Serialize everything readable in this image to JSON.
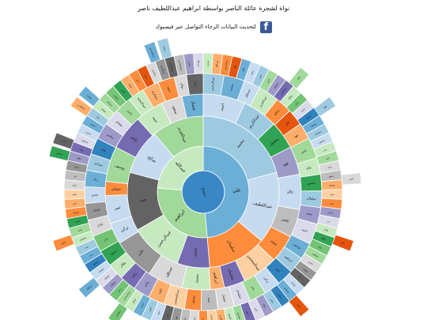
{
  "header": {
    "title": "نواة لشجرة عائلة الناصر بواسطة ابراهيم عبداللطيف ناصر",
    "update_note": "لتحديث البيانات الرجاء التواصل عبر فيسبوك",
    "facebook_icon": "facebook-icon"
  },
  "chart_data": {
    "type": "sunburst",
    "root": {
      "label": "ناصر",
      "color": "#3a87c6"
    },
    "colors": {
      "blue": "#3a87c6",
      "blue_light": "#9ecae1",
      "blue_pale": "#c6dbef",
      "orange": "#fd8d3c",
      "orange_light": "#fdae6b",
      "orange_pale": "#fdd0a2",
      "green": "#31a354",
      "green_light": "#a1d99b",
      "green_pale": "#c7e9c0",
      "purple": "#756bb1",
      "purple_light": "#9e9ac8",
      "purple_pale": "#dadaeb",
      "gray": "#636363",
      "gray_light": "#969696",
      "gray_pale": "#d9d9d9"
    },
    "ring1": [
      {
        "label": "علي",
        "sweep": 175,
        "color": "#6baed6"
      },
      {
        "label": "ابراهيم",
        "sweep": 100,
        "color": "#a1d99b"
      },
      {
        "label": "عبدالله",
        "sweep": 85,
        "color": "#c7e9c0"
      }
    ],
    "ring2": [
      {
        "label": "محمد",
        "sweep": 75,
        "color": "#9ecae1"
      },
      {
        "label": "عبداللطيف",
        "sweep": 55,
        "color": "#c6dbef"
      },
      {
        "label": "سليمان",
        "sweep": 45,
        "color": "#fd8d3c"
      },
      {
        "label": "ناصر",
        "sweep": 25,
        "color": "#756bb1"
      },
      {
        "label": "عبدالرحمن",
        "sweep": 40,
        "color": "#c7e9c0"
      },
      {
        "label": "حمد",
        "sweep": 45,
        "color": "#636363"
      },
      {
        "label": "صالح",
        "sweep": 35,
        "color": "#c6dbef"
      },
      {
        "label": "عبدالعزيز",
        "sweep": 40,
        "color": "#a1d99b"
      }
    ],
    "ring3": [
      {
        "label": "احمد",
        "sweep": 30,
        "color": "#c6dbef"
      },
      {
        "label": "عبدالكريم",
        "sweep": 25,
        "color": "#9ecae1"
      },
      {
        "label": "منصور",
        "sweep": 20,
        "color": "#31a354"
      },
      {
        "label": "فهد",
        "sweep": 20,
        "color": "#9e9ac8"
      },
      {
        "label": "خالد",
        "sweep": 25,
        "color": "#c6dbef"
      },
      {
        "label": "ناصر",
        "sweep": 20,
        "color": "#bdbdbd"
      },
      {
        "label": "سعد",
        "sweep": 20,
        "color": "#fd8d3c"
      },
      {
        "label": "عبدالمحسن",
        "sweep": 25,
        "color": "#fdd0a2"
      },
      {
        "label": "سليمان",
        "sweep": 15,
        "color": "#756bb1"
      },
      {
        "label": "ابراهيم",
        "sweep": 10,
        "color": "#fdae6b"
      },
      {
        "label": "محمد",
        "sweep": 20,
        "color": "#c7e9c0"
      },
      {
        "label": "عبدالله",
        "sweep": 25,
        "color": "#d9d9d9"
      },
      {
        "label": "علي",
        "sweep": 30,
        "color": "#969696"
      },
      {
        "label": "تركي",
        "sweep": 15,
        "color": "#c6dbef"
      },
      {
        "label": "عمر",
        "sweep": 20,
        "color": "#c6dbef"
      },
      {
        "label": "عثمان",
        "sweep": 10,
        "color": "#fd8d3c"
      },
      {
        "label": "يوسف",
        "sweep": 25,
        "color": "#a1d99b"
      },
      {
        "label": "راشد",
        "sweep": 25,
        "color": "#756bb1"
      },
      {
        "label": "حمد",
        "sweep": 20,
        "color": "#c7e9c0"
      },
      {
        "label": "سعود",
        "sweep": 15,
        "color": "#d9d9d9"
      },
      {
        "label": "فيصل",
        "sweep": 15,
        "color": "#6baed6"
      }
    ],
    "ring4": [
      {
        "label": "عبدالرحمن",
        "sweep": 10,
        "color": "#9ecae1"
      },
      {
        "label": "محمد",
        "sweep": 10,
        "color": "#6baed6"
      },
      {
        "label": "عبدالله",
        "sweep": 8,
        "color": "#c6dbef"
      },
      {
        "label": "عبدالعزيز",
        "sweep": 10,
        "color": "#c7e9c0"
      },
      {
        "label": "صالح",
        "sweep": 8,
        "color": "#fd8d3c"
      },
      {
        "label": "علي",
        "sweep": 8,
        "color": "#e6550d"
      },
      {
        "label": "فهد",
        "sweep": 8,
        "color": "#fdae6b"
      },
      {
        "label": "ناصر",
        "sweep": 10,
        "color": "#a1d99b"
      },
      {
        "label": "خالد",
        "sweep": 8,
        "color": "#c7e9c0"
      },
      {
        "label": "منصور",
        "sweep": 8,
        "color": "#31a354"
      },
      {
        "label": "سلطان",
        "sweep": 8,
        "color": "#9ecae1"
      },
      {
        "label": "سعد",
        "sweep": 8,
        "color": "#9e9ac8"
      },
      {
        "label": "احمد",
        "sweep": 10,
        "color": "#dadaeb"
      },
      {
        "label": "يوسف",
        "sweep": 8,
        "color": "#6baed6"
      },
      {
        "label": "ابراهيم",
        "sweep": 8,
        "color": "#9ecae1"
      },
      {
        "label": "عمر",
        "sweep": 8,
        "color": "#3182bd"
      },
      {
        "label": "تركي",
        "sweep": 8,
        "color": "#c6dbef"
      },
      {
        "label": "بندر",
        "sweep": 8,
        "color": "#a1d99b"
      },
      {
        "label": "سليمان",
        "sweep": 8,
        "color": "#dadaeb"
      },
      {
        "label": "فيصل",
        "sweep": 8,
        "color": "#d9d9d9"
      },
      {
        "label": "حمد",
        "sweep": 8,
        "color": "#bdbdbd"
      },
      {
        "label": "مشعل",
        "sweep": 8,
        "color": "#fd8d3c"
      },
      {
        "label": "عبدالمحسن",
        "sweep": 10,
        "color": "#fdd0a2"
      },
      {
        "label": "نايف",
        "sweep": 8,
        "color": "#fdae6b"
      },
      {
        "label": "ماجد",
        "sweep": 8,
        "color": "#9e9ac8"
      },
      {
        "label": "راشد",
        "sweep": 8,
        "color": "#756bb1"
      },
      {
        "label": "طلال",
        "sweep": 8,
        "color": "#c7e9c0"
      },
      {
        "label": "سعود",
        "sweep": 8,
        "color": "#31a354"
      },
      {
        "label": "بدر",
        "sweep": 8,
        "color": "#74c476"
      },
      {
        "label": "عادل",
        "sweep": 8,
        "color": "#d9d9d9"
      },
      {
        "label": "عثمان",
        "sweep": 8,
        "color": "#969696"
      },
      {
        "label": "حسن",
        "sweep": 8,
        "color": "#c6dbef"
      },
      {
        "label": "زياد",
        "sweep": 8,
        "color": "#6baed6"
      },
      {
        "label": "مساعد",
        "sweep": 8,
        "color": "#9ecae1"
      },
      {
        "label": "وليد",
        "sweep": 8,
        "color": "#3182bd"
      },
      {
        "label": "سامي",
        "sweep": 8,
        "color": "#9e9ac8"
      },
      {
        "label": "هشام",
        "sweep": 8,
        "color": "#dadaeb"
      },
      {
        "label": "ياسر",
        "sweep": 8,
        "color": "#a1d99b"
      },
      {
        "label": "عبدالمجيد",
        "sweep": 8,
        "color": "#c7e9c0"
      },
      {
        "label": "مشاري",
        "sweep": 8,
        "color": "#fdae6b"
      },
      {
        "label": "حمود",
        "sweep": 8,
        "color": "#fd8d3c"
      },
      {
        "label": "نواف",
        "sweep": 6,
        "color": "#d9d9d9"
      },
      {
        "label": "ثامر",
        "sweep": 8,
        "color": "#636363"
      }
    ],
    "ring5": [
      {
        "label": "محمد",
        "sweep": 4,
        "color": "#c7e9c0"
      },
      {
        "label": "عبدالله",
        "sweep": 4,
        "color": "#fdae6b"
      },
      {
        "label": "عبدالرحمن",
        "sweep": 4,
        "color": "#fd8d3c"
      },
      {
        "label": "فهد",
        "sweep": 4,
        "color": "#e6550d"
      },
      {
        "label": "خالد",
        "sweep": 4,
        "color": "#6baed6"
      },
      {
        "label": "سعد",
        "sweep": 4,
        "color": "#c6dbef"
      },
      {
        "label": "علي",
        "sweep": 4,
        "color": "#9ecae1"
      },
      {
        "label": "ناصر",
        "sweep": 4,
        "color": "#a1d99b"
      },
      {
        "label": "سلطان",
        "sweep": 4,
        "color": "#9e9ac8"
      },
      {
        "label": "عبدالعزيز",
        "sweep": 4,
        "color": "#756bb1"
      },
      {
        "label": "صالح",
        "sweep": 4,
        "color": "#c7e9c0"
      },
      {
        "label": "تركي",
        "sweep": 4,
        "color": "#74c476"
      },
      {
        "label": "احمد",
        "sweep": 4,
        "color": "#dadaeb"
      },
      {
        "label": "فيصل",
        "sweep": 4,
        "color": "#3182bd"
      },
      {
        "label": "يوسف",
        "sweep": 4,
        "color": "#6baed6"
      },
      {
        "label": "سليمان",
        "sweep": 4,
        "color": "#9ecae1"
      },
      {
        "label": "منصور",
        "sweep": 4,
        "color": "#c6dbef"
      },
      {
        "label": "بندر",
        "sweep": 4,
        "color": "#c7e9c0"
      },
      {
        "label": "حمد",
        "sweep": 4,
        "color": "#a1d99b"
      },
      {
        "label": "ماجد",
        "sweep": 4,
        "color": "#d9d9d9"
      },
      {
        "label": "سعود",
        "sweep": 4,
        "color": "#bdbdbd"
      },
      {
        "label": "مشعل",
        "sweep": 4,
        "color": "#fdae6b"
      },
      {
        "label": "عمر",
        "sweep": 4,
        "color": "#fdd0a2"
      },
      {
        "label": "نايف",
        "sweep": 4,
        "color": "#fd8d3c"
      },
      {
        "label": "راشد",
        "sweep": 4,
        "color": "#9e9ac8"
      },
      {
        "label": "بدر",
        "sweep": 4,
        "color": "#dadaeb"
      },
      {
        "label": "عادل",
        "sweep": 4,
        "color": "#c7e9c0"
      },
      {
        "label": "طلال",
        "sweep": 4,
        "color": "#31a354"
      },
      {
        "label": "وليد",
        "sweep": 4,
        "color": "#74c476"
      },
      {
        "label": "ابراهيم",
        "sweep": 4,
        "color": "#a1d99b"
      },
      {
        "label": "حسن",
        "sweep": 4,
        "color": "#d9d9d9"
      },
      {
        "label": "عثمان",
        "sweep": 4,
        "color": "#969696"
      },
      {
        "label": "زياد",
        "sweep": 4,
        "color": "#636363"
      },
      {
        "label": "هشام",
        "sweep": 4,
        "color": "#c6dbef"
      },
      {
        "label": "مساعد",
        "sweep": 4,
        "color": "#6baed6"
      },
      {
        "label": "سامي",
        "sweep": 4,
        "color": "#3182bd"
      },
      {
        "label": "ياسر",
        "sweep": 4,
        "color": "#9ecae1"
      },
      {
        "label": "نواف",
        "sweep": 4,
        "color": "#9e9ac8"
      },
      {
        "label": "ثامر",
        "sweep": 4,
        "color": "#dadaeb"
      },
      {
        "label": "حمود",
        "sweep": 4,
        "color": "#756bb1"
      },
      {
        "label": "مشاري",
        "sweep": 4,
        "color": "#a1d99b"
      },
      {
        "label": "عبدالمجيد",
        "sweep": 4,
        "color": "#c7e9c0"
      },
      {
        "label": "عبدالكريم",
        "sweep": 4,
        "color": "#fdae6b"
      },
      {
        "label": "عبدالمحسن",
        "sweep": 4,
        "color": "#fdd0a2"
      },
      {
        "label": "محمد",
        "sweep": 4,
        "color": "#fd8d3c"
      },
      {
        "label": "عبدالله",
        "sweep": 4,
        "color": "#d9d9d9"
      },
      {
        "label": "خالد",
        "sweep": 4,
        "color": "#bdbdbd"
      },
      {
        "label": "فهد",
        "sweep": 4,
        "color": "#969696"
      },
      {
        "label": "علي",
        "sweep": 4,
        "color": "#636363"
      },
      {
        "label": "سعد",
        "sweep": 4,
        "color": "#c6dbef"
      },
      {
        "label": "ناصر",
        "sweep": 4,
        "color": "#9ecae1"
      },
      {
        "label": "احمد",
        "sweep": 4,
        "color": "#6baed6"
      },
      {
        "label": "صالح",
        "sweep": 4,
        "color": "#c7e9c0"
      },
      {
        "label": "عبدالرحمن",
        "sweep": 4,
        "color": "#a1d99b"
      },
      {
        "label": "تركي",
        "sweep": 4,
        "color": "#74c476"
      },
      {
        "label": "سلطان",
        "sweep": 4,
        "color": "#9e9ac8"
      },
      {
        "label": "فيصل",
        "sweep": 4,
        "color": "#dadaeb"
      },
      {
        "label": "يوسف",
        "sweep": 4,
        "color": "#c6dbef"
      },
      {
        "label": "منصور",
        "sweep": 4,
        "color": "#3182bd"
      },
      {
        "label": "بندر",
        "sweep": 4,
        "color": "#6baed6"
      },
      {
        "label": "حمد",
        "sweep": 4,
        "color": "#9ecae1"
      },
      {
        "label": "سليمان",
        "sweep": 4,
        "color": "#c7e9c0"
      },
      {
        "label": "ماجد",
        "sweep": 4,
        "color": "#a1d99b"
      },
      {
        "label": "سعود",
        "sweep": 4,
        "color": "#31a354"
      },
      {
        "label": "مشعل",
        "sweep": 4,
        "color": "#fd8d3c"
      },
      {
        "label": "عمر",
        "sweep": 4,
        "color": "#fdae6b"
      },
      {
        "label": "نايف",
        "sweep": 4,
        "color": "#fdd0a2"
      },
      {
        "label": "راشد",
        "sweep": 4,
        "color": "#d9d9d9"
      },
      {
        "label": "بدر",
        "sweep": 4,
        "color": "#bdbdbd"
      },
      {
        "label": "عادل",
        "sweep": 4,
        "color": "#969696"
      },
      {
        "label": "طلال",
        "sweep": 4,
        "color": "#9e9ac8"
      },
      {
        "label": "وليد",
        "sweep": 4,
        "color": "#756bb1"
      },
      {
        "label": "ابراهيم",
        "sweep": 4,
        "color": "#dadaeb"
      },
      {
        "label": "حسن",
        "sweep": 4,
        "color": "#c6dbef"
      },
      {
        "label": "عثمان",
        "sweep": 4,
        "color": "#6baed6"
      },
      {
        "label": "زياد",
        "sweep": 4,
        "color": "#9ecae1"
      },
      {
        "label": "هشام",
        "sweep": 4,
        "color": "#c7e9c0"
      },
      {
        "label": "مساعد",
        "sweep": 4,
        "color": "#a1d99b"
      },
      {
        "label": "سامي",
        "sweep": 4,
        "color": "#74c476"
      },
      {
        "label": "ياسر",
        "sweep": 4,
        "color": "#31a354"
      },
      {
        "label": "نواف",
        "sweep": 4,
        "color": "#fdae6b"
      },
      {
        "label": "ثامر",
        "sweep": 4,
        "color": "#fd8d3c"
      },
      {
        "label": "حمود",
        "sweep": 4,
        "color": "#e6550d"
      },
      {
        "label": "مشاري",
        "sweep": 4,
        "color": "#d9d9d9"
      },
      {
        "label": "عبدالمجيد",
        "sweep": 4,
        "color": "#969696"
      },
      {
        "label": "عبدالكريم",
        "sweep": 4,
        "color": "#636363"
      },
      {
        "label": "عبدالمحسن",
        "sweep": 4,
        "color": "#bdbdbd"
      },
      {
        "label": "محمد",
        "sweep": 4,
        "color": "#9e9ac8"
      },
      {
        "label": "عبدالله",
        "sweep": 4,
        "color": "#dadaeb"
      }
    ],
    "outliers": [
      {
        "label": "عبدالرحمن",
        "angle": -110,
        "ring": 6,
        "color": "#6baed6"
      },
      {
        "label": "محمد",
        "angle": -105,
        "ring": 6,
        "color": "#9ecae1"
      },
      {
        "label": "خالد",
        "angle": -50,
        "ring": 6,
        "color": "#a1d99b"
      },
      {
        "label": "فهد",
        "angle": -35,
        "ring": 6,
        "color": "#9ecae1"
      },
      {
        "label": "ناصر",
        "angle": -5,
        "ring": 6,
        "color": "#d9d9d9"
      },
      {
        "label": "علي",
        "angle": 20,
        "ring": 6,
        "color": "#e6550d"
      },
      {
        "label": "سعد",
        "angle": 50,
        "ring": 6,
        "color": "#e6550d"
      },
      {
        "label": "سليمان",
        "angle": 125,
        "ring": 6,
        "color": "#74c476"
      },
      {
        "label": "عبدالله",
        "angle": 140,
        "ring": 6,
        "color": "#6baed6"
      },
      {
        "label": "صالح",
        "angle": 160,
        "ring": 6,
        "color": "#fd8d3c"
      },
      {
        "label": "احمد",
        "angle": 200,
        "ring": 6,
        "color": "#636363"
      },
      {
        "label": "عبدالعزيز",
        "angle": 215,
        "ring": 6,
        "color": "#fdae6b"
      },
      {
        "label": "يوسف",
        "angle": -140,
        "ring": 6,
        "color": "#6baed6"
      },
      {
        "label": "منصور",
        "angle": -165,
        "ring": 6,
        "color": "#31a354"
      }
    ]
  }
}
